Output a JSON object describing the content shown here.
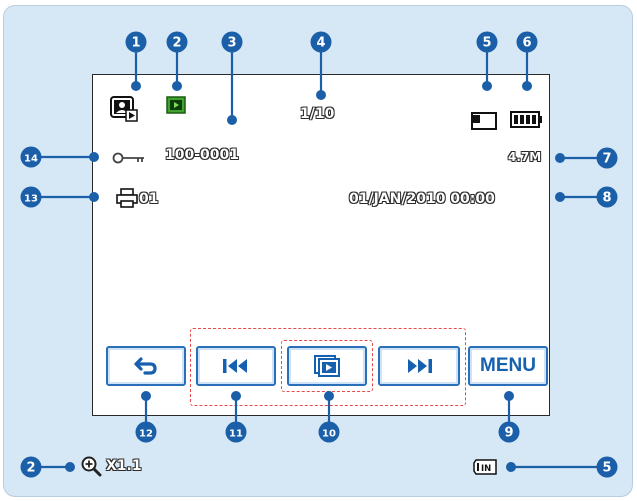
{
  "display": {
    "file_counter": "1/10",
    "file_number": "100-0001",
    "resolution": "4.7M",
    "print_count": "01",
    "datetime": "01/JAN/2010 00:00",
    "zoom": "X1.1"
  },
  "buttons": {
    "menu_label": "MENU"
  },
  "callouts": [
    "1",
    "2",
    "3",
    "4",
    "5",
    "6",
    "7",
    "8",
    "9",
    "10",
    "11",
    "12",
    "13",
    "14",
    "2",
    "5"
  ],
  "colors": {
    "callout": "#1a5fa8",
    "button_border": "#2b6fb8",
    "highlight_dash": "#e64a4a",
    "panel_background": "#d6e7f5"
  },
  "icons": [
    "photo-mode-icon",
    "play-mode-icon",
    "card-icon",
    "battery-icon",
    "key-protect-icon",
    "print-icon",
    "back-icon",
    "previous-icon",
    "slideshow-icon",
    "next-icon",
    "zoom-icon",
    "internal-memory-icon"
  ]
}
